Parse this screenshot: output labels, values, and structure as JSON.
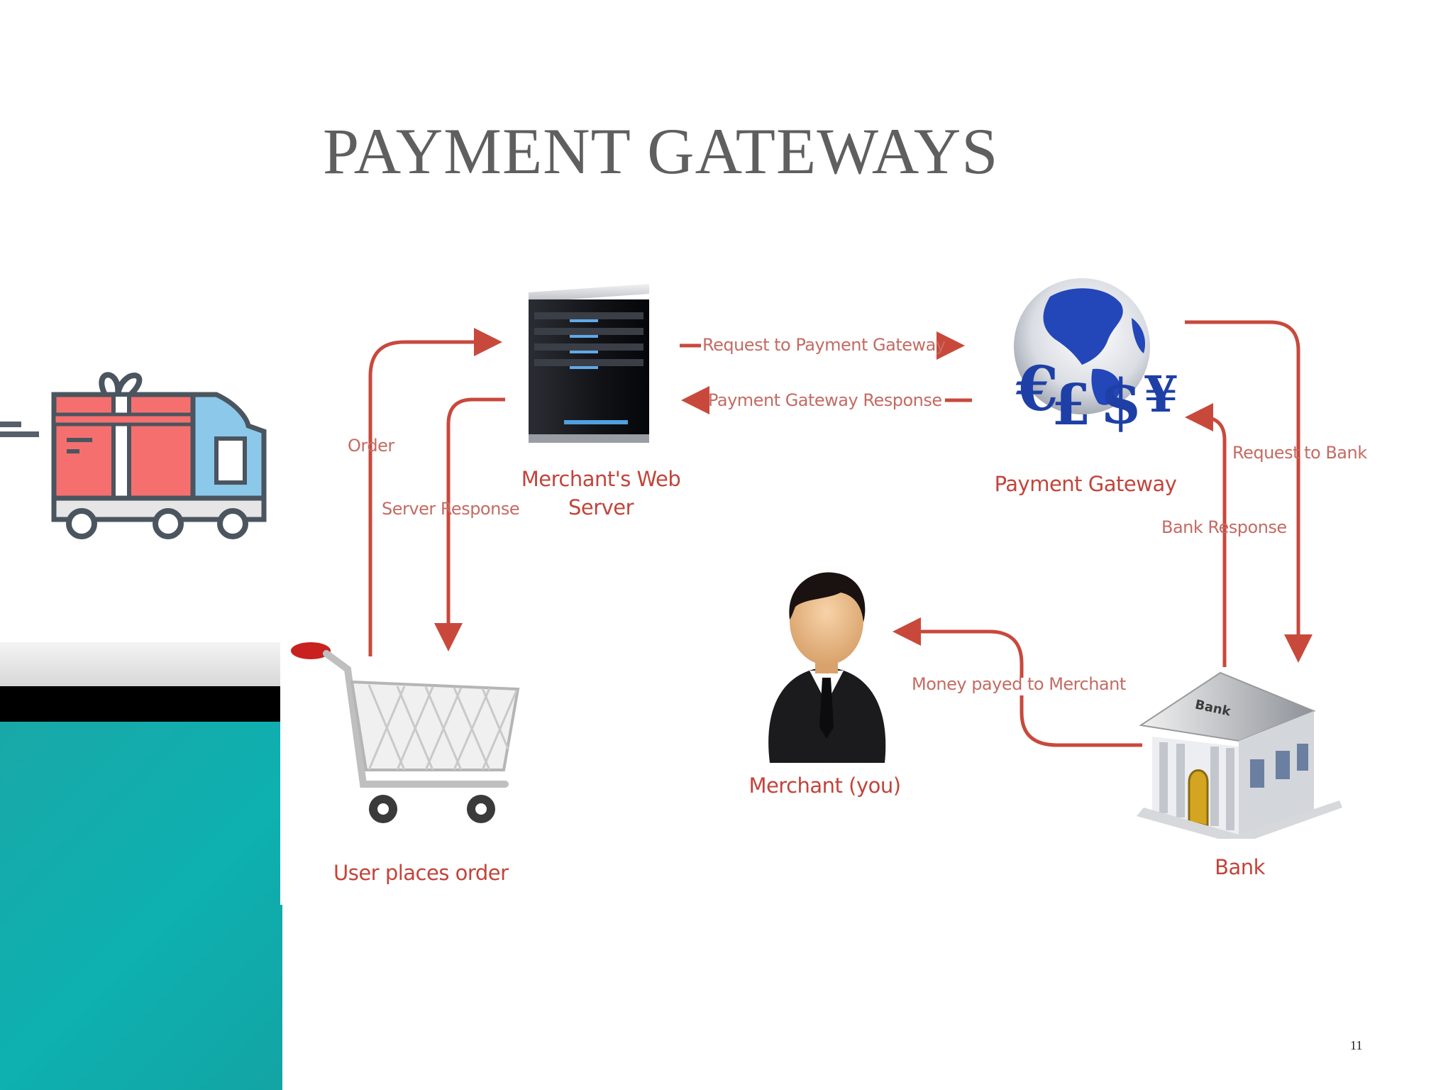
{
  "slide": {
    "title": "PAYMENT GATEWAYS",
    "page_number": "11"
  },
  "nodes": {
    "merchant_web_server": [
      "Merchant's Web",
      "Server"
    ],
    "payment_gateway": "Payment Gateway",
    "user_places_order": "User places order",
    "merchant": "Merchant (you)",
    "bank": "Bank",
    "bank_sign": "Bank"
  },
  "arrows": {
    "order": "Order",
    "server_response": "Server Response",
    "request_to_gateway": "Request to Payment Gateway",
    "gateway_response": "Payment Gateway Response",
    "request_to_bank": "Request to Bank",
    "bank_response": "Bank Response",
    "money_to_merchant": "Money payed to Merchant"
  },
  "colors": {
    "arrow": "#c8493c",
    "teal": "#0eb0b0",
    "title": "#5f5f5f"
  },
  "icons": [
    "delivery-truck-icon",
    "server-icon",
    "globe-currency-icon",
    "shopping-cart-icon",
    "businessman-icon",
    "bank-building-icon"
  ]
}
